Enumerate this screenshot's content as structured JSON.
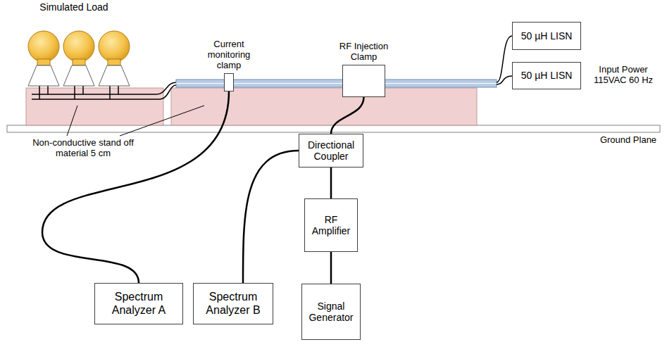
{
  "diagram": {
    "nodes": [
      {
        "text": [
          "Current monitoring clamp"
        ]
      },
      {
        "text": [
          "RF Injection Clamp"
        ]
      },
      {
        "text": [
          "50 µH LISN"
        ]
      },
      {
        "text": [
          "50 µH LISN"
        ]
      },
      {
        "text": [
          "Directional Coupler"
        ]
      },
      {
        "text": [
          "RF Amplifier"
        ]
      },
      {
        "text": [
          "Spectrum Analyzer A"
        ]
      },
      {
        "text": [
          "Spectrum Analyzer B"
        ]
      },
      {
        "text": [
          "Signal Generator"
        ]
      }
    ],
    "edges": [
      {
        "from": 0,
        "to": 6,
        "arrow": "none"
      },
      {
        "from": 4,
        "to": 7,
        "arrow": "none"
      },
      {
        "from": 1,
        "to": 4,
        "arrow": "none"
      },
      {
        "from": 4,
        "to": 5,
        "arrow": "none"
      },
      {
        "from": 5,
        "to": 8,
        "arrow": "none"
      }
    ],
    "labels": [
      "Simulated Load",
      "Input Power 115VAC 60 Hz",
      "Non-conductive stand off material 5 cm",
      "Ground Plane"
    ]
  }
}
